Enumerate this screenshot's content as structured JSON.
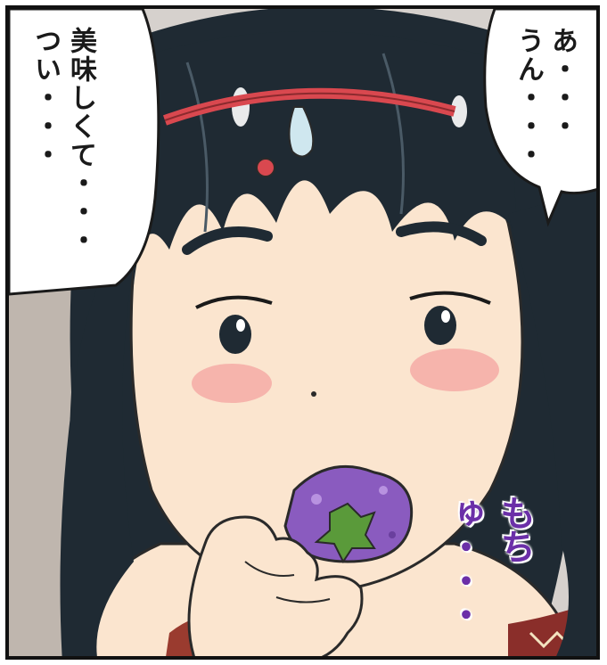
{
  "speech_left": {
    "line1": "美味しくて・・・",
    "line2": "つい・・・"
  },
  "speech_right": {
    "line1": "あ・・・",
    "line2": "うん・・・"
  },
  "sound_effect": "もちゅ・・・",
  "colors": {
    "hair": "#1f2a33",
    "skin": "#fbe5cf",
    "blush": "#f4a3a0",
    "mochi": "#8a5bbf",
    "leaf": "#5a9a3a",
    "sfx": "#6b2fa8",
    "headband": "#d9484f"
  }
}
